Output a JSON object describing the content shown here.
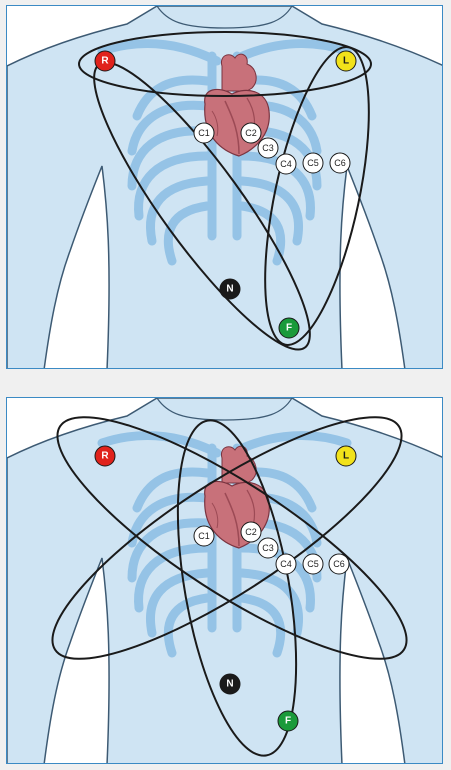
{
  "colors": {
    "panel_border": "#3b8ac4",
    "body_fill": "#cfe4f3",
    "body_stroke": "#3d5a73",
    "rib_color": "#8fc0e5",
    "heart_fill": "#c8717a",
    "heart_dark": "#9c4a55",
    "lead_R": "#e0221c",
    "lead_L": "#f2e21a",
    "lead_F": "#1a9a3a",
    "lead_N": "#1a1a1a",
    "loop_stroke": "#1a1a1a"
  },
  "panels": [
    {
      "id": "top",
      "limb_leads": {
        "R": "R",
        "L": "L",
        "N": "N",
        "F": "F"
      },
      "chest_leads": [
        "C1",
        "C2",
        "C3",
        "C4",
        "C5",
        "C6"
      ]
    },
    {
      "id": "bottom",
      "limb_leads": {
        "R": "R",
        "L": "L",
        "N": "N",
        "F": "F"
      },
      "chest_leads": [
        "C1",
        "C2",
        "C3",
        "C4",
        "C5",
        "C6"
      ]
    }
  ]
}
